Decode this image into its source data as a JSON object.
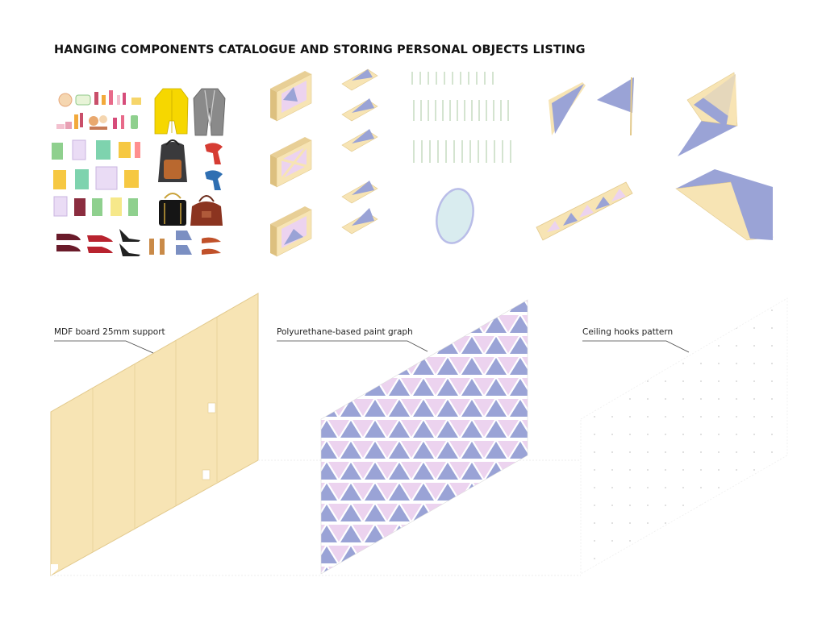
{
  "title": "HANGING COMPONENTS CATALOGUE AND STORING PERSONAL OBJECTS LISTING",
  "labels": {
    "mdf": "MDF board 25mm support",
    "paint": "Polyurethane-based paint graph",
    "hooks": "Ceiling hooks pattern"
  },
  "colors": {
    "wood": "#f7e4b4",
    "wood_edge": "#e2c98c",
    "lavender": "#ecd3ef",
    "periwinkle": "#9aa3d6",
    "mirror": "#d9ecef"
  }
}
